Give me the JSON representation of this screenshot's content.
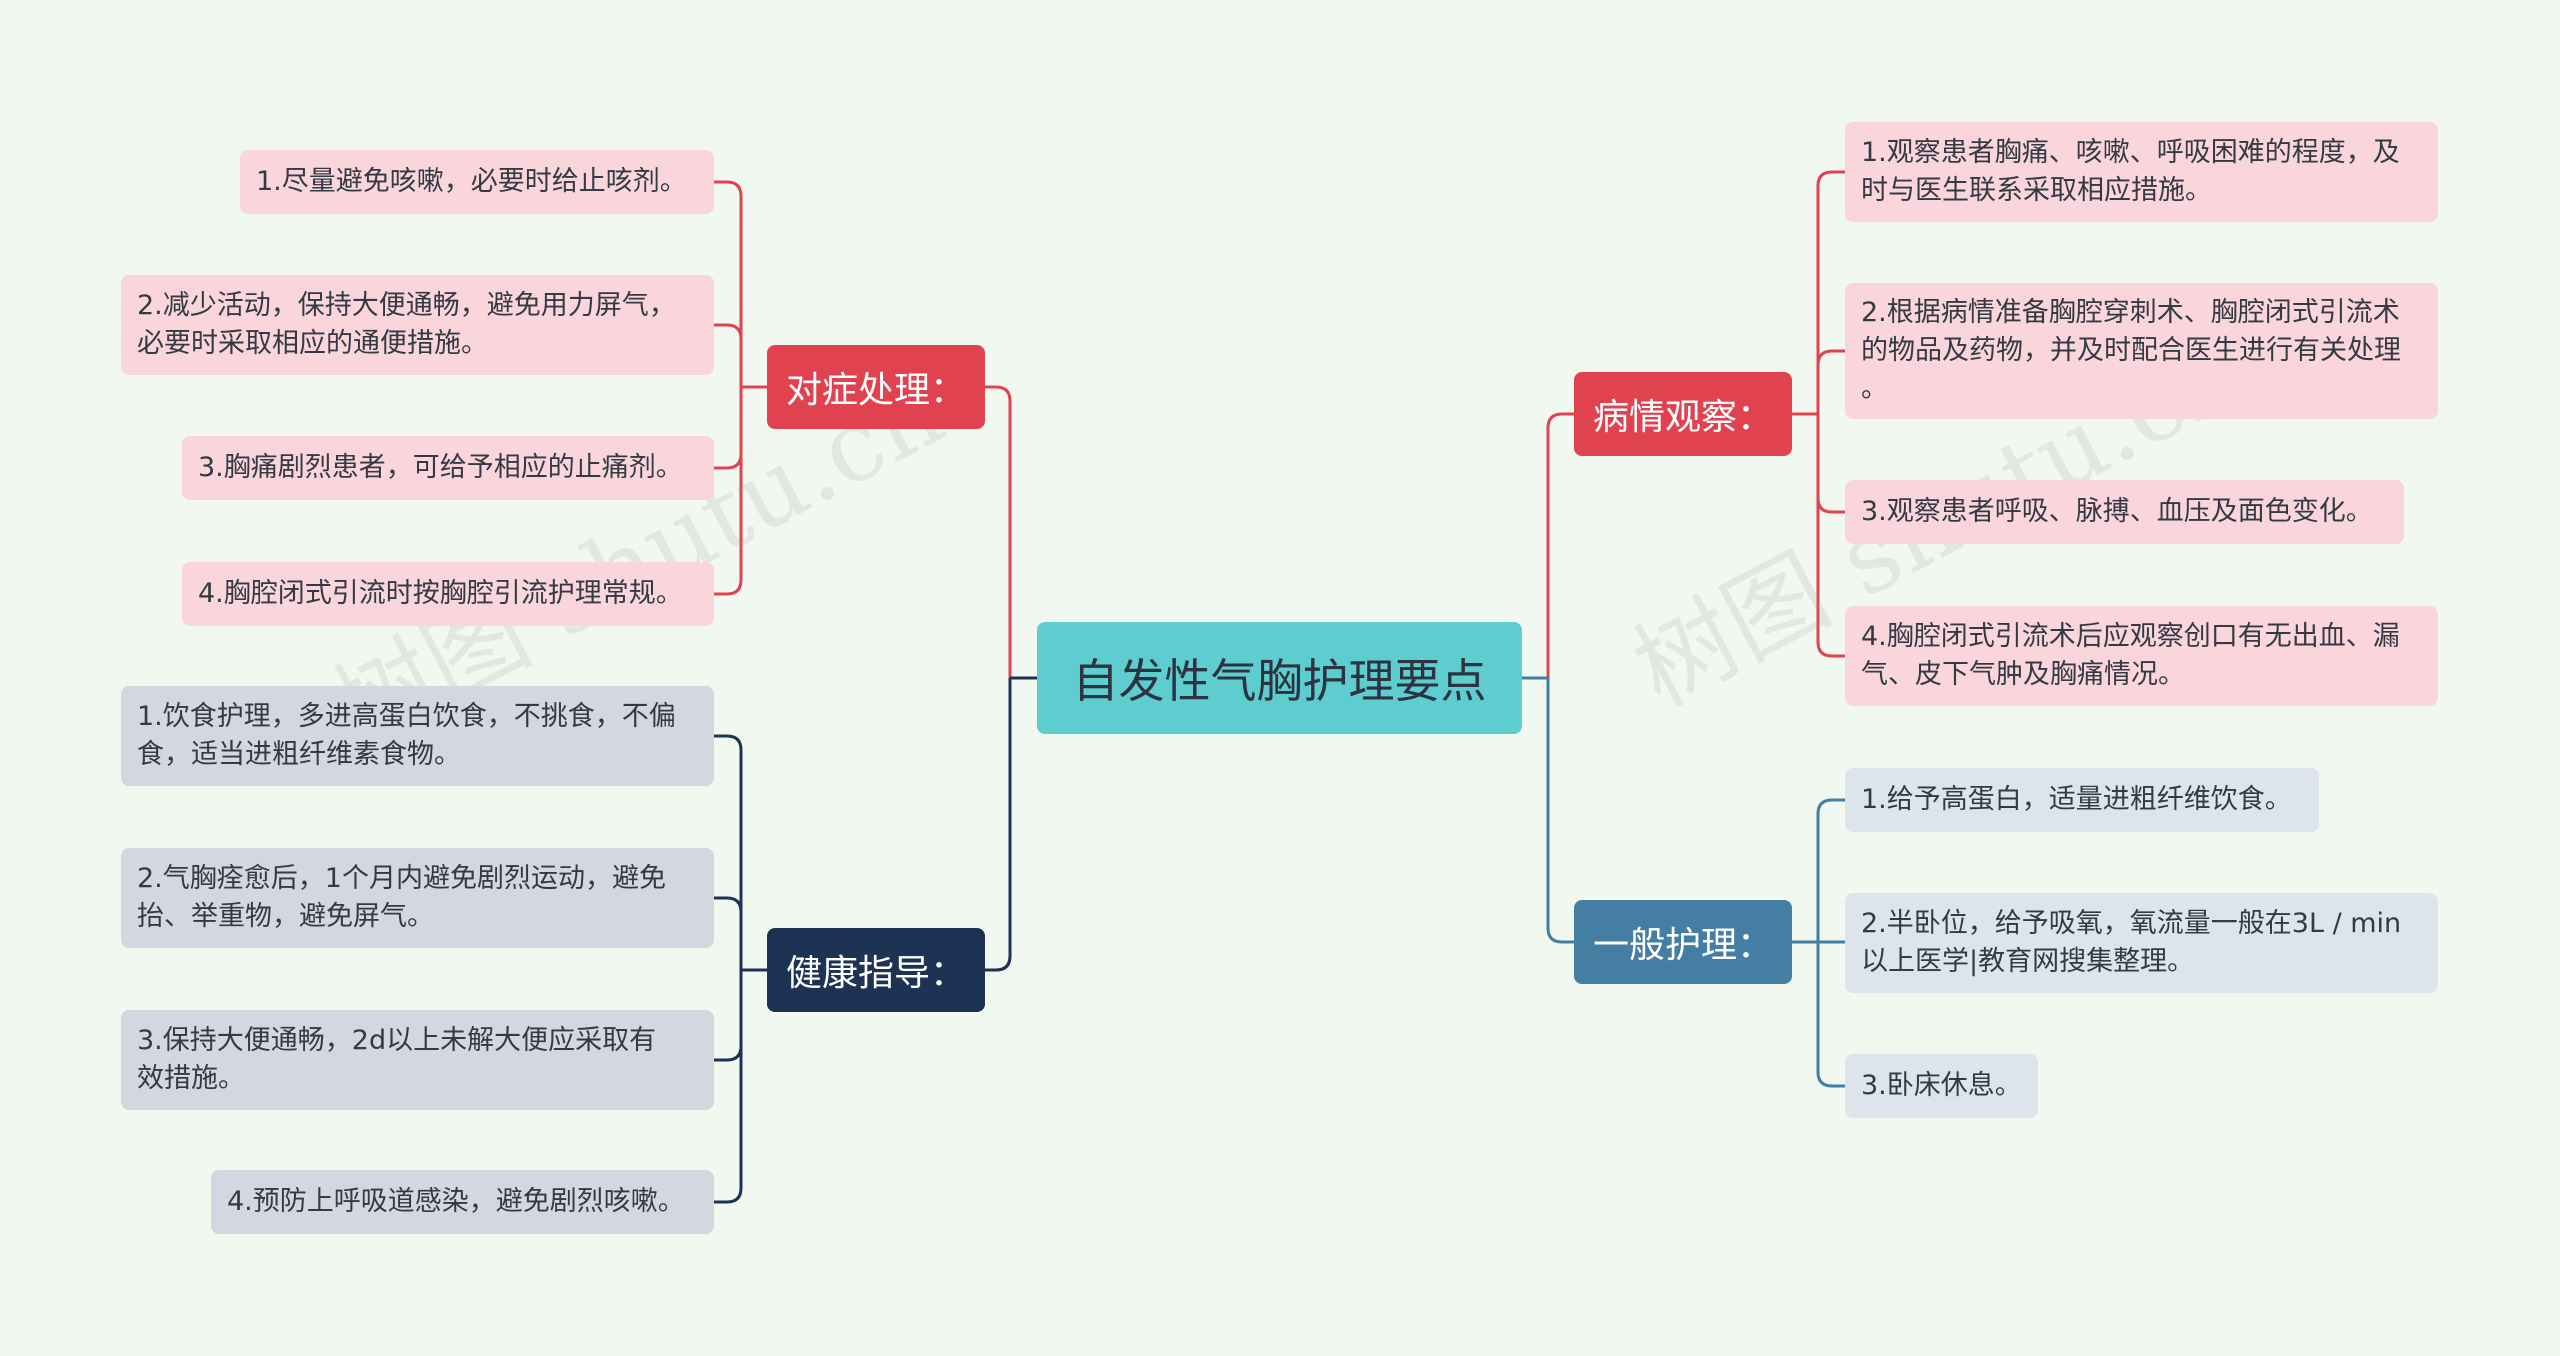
{
  "root": {
    "label": "自发性气胸护理要点",
    "color": "#5ecdd0"
  },
  "branches": {
    "symptomatic": {
      "label": "对症处理：",
      "color": "#e04250",
      "items": [
        "1.尽量避免咳嗽，必要时给止咳剂。",
        "2.减少活动，保持大便通畅，避免用力屏气，\n必要时采取相应的通便措施。",
        "3.胸痛剧烈患者，可给予相应的止痛剂。",
        "4.胸腔闭式引流时按胸腔引流护理常规。"
      ]
    },
    "health": {
      "label": "健康指导：",
      "color": "#1d3354",
      "items": [
        "1.饮食护理，多进高蛋白饮食，不挑食，不偏\n食，适当进粗纤维素食物。",
        "2.气胸痊愈后，1个月内避免剧烈运动，避免\n抬、举重物，避免屏气。",
        "3.保持大便通畅，2d以上未解大便应采取有\n效措施。",
        "4.预防上呼吸道感染，避免剧烈咳嗽。"
      ]
    },
    "observation": {
      "label": "病情观察：",
      "color": "#e04250",
      "items": [
        "1.观察患者胸痛、咳嗽、呼吸困难的程度，及\n时与医生联系采取相应措施。",
        "2.根据病情准备胸腔穿刺术、胸腔闭式引流术\n的物品及药物，并及时配合医生进行有关处理\n。",
        "3.观察患者呼吸、脉搏、血压及面色变化。",
        "4.胸腔闭式引流术后应观察创口有无出血、漏\n气、皮下气肿及胸痛情况。"
      ]
    },
    "general": {
      "label": "一般护理：",
      "color": "#447ea2",
      "items": [
        "1.给予高蛋白，适量进粗纤维饮食。",
        "2.半卧位，给予吸氧，氧流量一般在3L / min\n以上医学|教育网搜集整理。",
        "3.卧床休息。"
      ]
    }
  },
  "watermark": "树图 shutu.cn"
}
